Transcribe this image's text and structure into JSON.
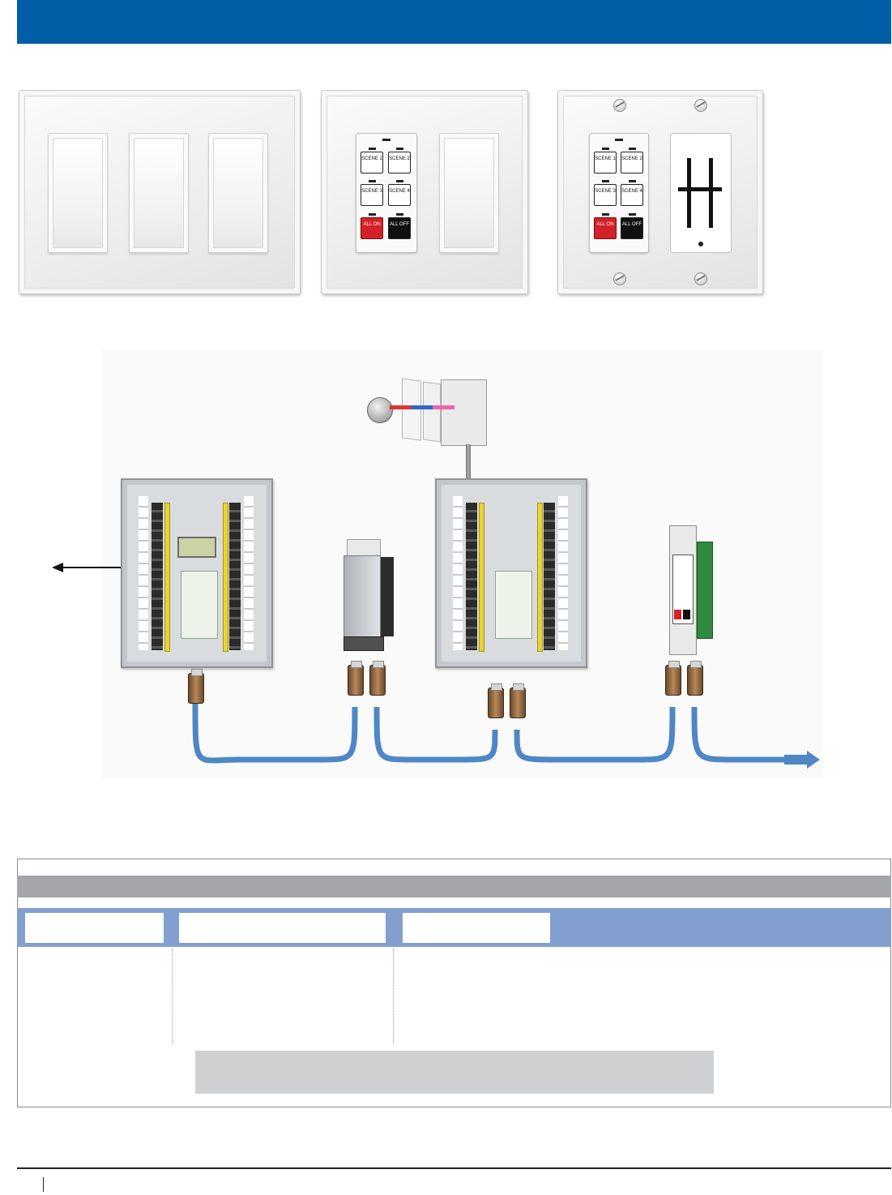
{
  "keypads": {
    "keys": [
      "SCENE 1",
      "SCENE 2",
      "SCENE 3",
      "SCENE 4"
    ],
    "all_on": "ALL ON",
    "all_off": "ALL OFF"
  },
  "colors": {
    "header": "#005ea6",
    "table_grey": "#a4a6a9",
    "table_blue": "#829fcf",
    "cable": "#4f86c6"
  },
  "icons": [
    "arrow-left-icon",
    "arrow-right-icon"
  ]
}
